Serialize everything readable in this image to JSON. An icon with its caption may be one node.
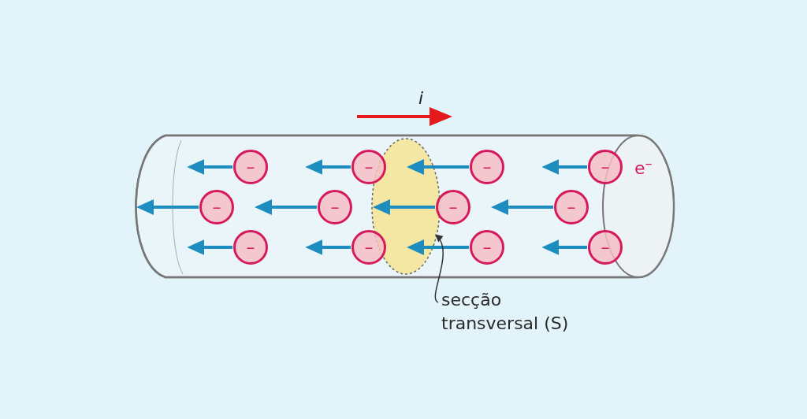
{
  "diagram": {
    "nodes": [
      {
        "text": [],
        "shape": "ellipse"
      },
      {
        "text": [
          "secção transversal (S)"
        ]
      },
      {
        "text": [
          "–"
        ]
      },
      {
        "text": [
          "–"
        ]
      },
      {
        "text": [
          "–"
        ]
      },
      {
        "text": [
          "–"
        ]
      },
      {
        "text": [
          "–"
        ]
      },
      {
        "text": [
          "–"
        ]
      },
      {
        "text": [
          "–"
        ]
      },
      {
        "text": [
          "–"
        ]
      },
      {
        "text": [
          "–"
        ]
      },
      {
        "text": [
          "–"
        ]
      },
      {
        "text": [
          "–"
        ]
      },
      {
        "text": [
          "–"
        ]
      }
    ],
    "edges": [
      {
        "from": 1,
        "to": 0,
        "arrow": "to",
        "color": "#333333"
      },
      {
        "from": 2,
        "to": 6,
        "arrow": "to"
      },
      {
        "from": 3,
        "to": 7,
        "arrow": "to"
      },
      {
        "from": 4,
        "to": 0,
        "arrow": "to"
      },
      {
        "from": 5,
        "to": 9,
        "arrow": "to"
      },
      {
        "from": 6,
        "to": null,
        "arrow": "to"
      },
      {
        "from": 7,
        "to": 2,
        "arrow": "to"
      },
      {
        "from": 8,
        "to": 0,
        "arrow": "to"
      },
      {
        "from": 9,
        "to": 4,
        "arrow": "to"
      },
      {
        "from": 10,
        "to": 6,
        "arrow": "to"
      },
      {
        "from": 11,
        "to": 7,
        "arrow": "to"
      },
      {
        "from": 12,
        "to": 0,
        "arrow": "to"
      },
      {
        "from": 13,
        "to": 9,
        "arrow": "to"
      }
    ],
    "labels": [
      "i",
      "e$^{–}$"
    ]
  }
}
